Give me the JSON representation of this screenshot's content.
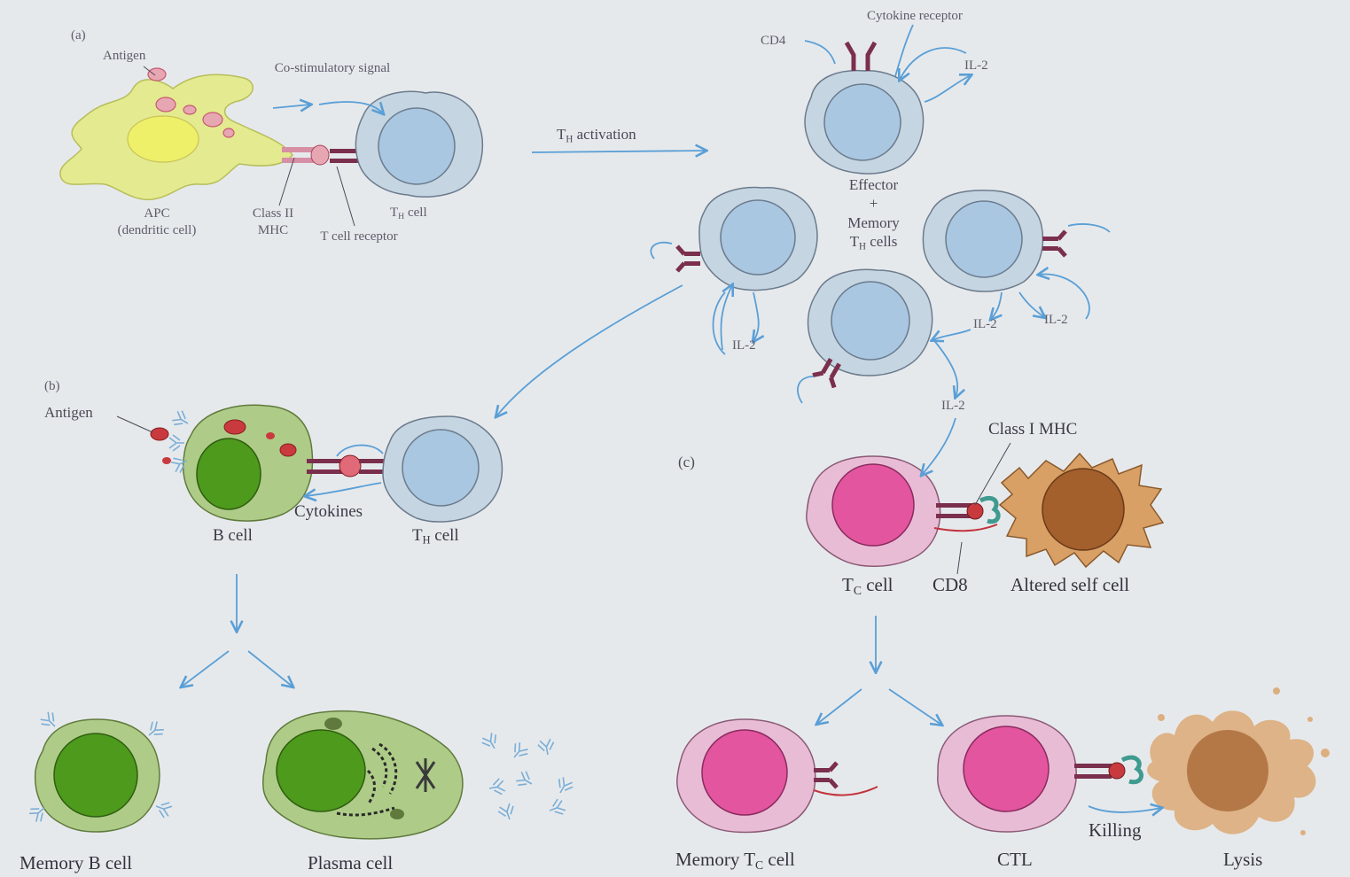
{
  "colors": {
    "background": "#e6e9ec",
    "arrow": "#5a9fd6",
    "th_cell": "#c5d5e2",
    "th_nucleus": "#a9c7e1",
    "apc_body": "#e4ea8f",
    "apc_nucleus": "#eef06a",
    "b_cell": "#aecc88",
    "b_nucleus": "#4d9a1c",
    "tc_cell": "#e9bcd6",
    "tc_nucleus": "#e3559f",
    "altered_cell": "#d9a066",
    "altered_nucleus": "#a35f2c",
    "receptor": "#7a2f4c",
    "cd8": "#c2343d",
    "antigen": "#c93a3f",
    "class_i_mhc": "#3f9a8f"
  },
  "panel_a": {
    "tag": "(a)",
    "antigen": "Antigen",
    "costim": "Co-stimulatory signal",
    "apc_name": "APC",
    "apc_sub": "(dendritic cell)",
    "class2_mhc": "Class II MHC",
    "tcr": "T cell receptor",
    "th_prefix": "T",
    "th_sub": "H",
    "th_suffix": " cell",
    "act_prefix": "T",
    "act_sub": "H",
    "act_suffix": " activation",
    "cd4": "CD4",
    "cytokine_receptor": "Cytokine receptor",
    "il2": "IL-2",
    "effector": "Effector",
    "plus": "+",
    "memory": "Memory",
    "cells_prefix": "T",
    "cells_sub": "H",
    "cells_suffix": " cells"
  },
  "panel_b": {
    "tag": "(b)",
    "antigen": "Antigen",
    "cytokines": "Cytokines",
    "b_cell": "B cell",
    "th_prefix": "T",
    "th_sub": "H",
    "th_suffix": " cell",
    "memory_b": "Memory B cell",
    "plasma": "Plasma cell"
  },
  "panel_c": {
    "tag": "(c)",
    "class1_mhc": "Class I MHC",
    "tc_prefix": "T",
    "tc_sub": "C",
    "tc_suffix": " cell",
    "cd8": "CD8",
    "altered": "Altered self cell",
    "memtc_prefix": "Memory T",
    "memtc_sub": "C",
    "memtc_suffix": " cell",
    "ctl": "CTL",
    "killing": "Killing",
    "lysis": "Lysis"
  }
}
